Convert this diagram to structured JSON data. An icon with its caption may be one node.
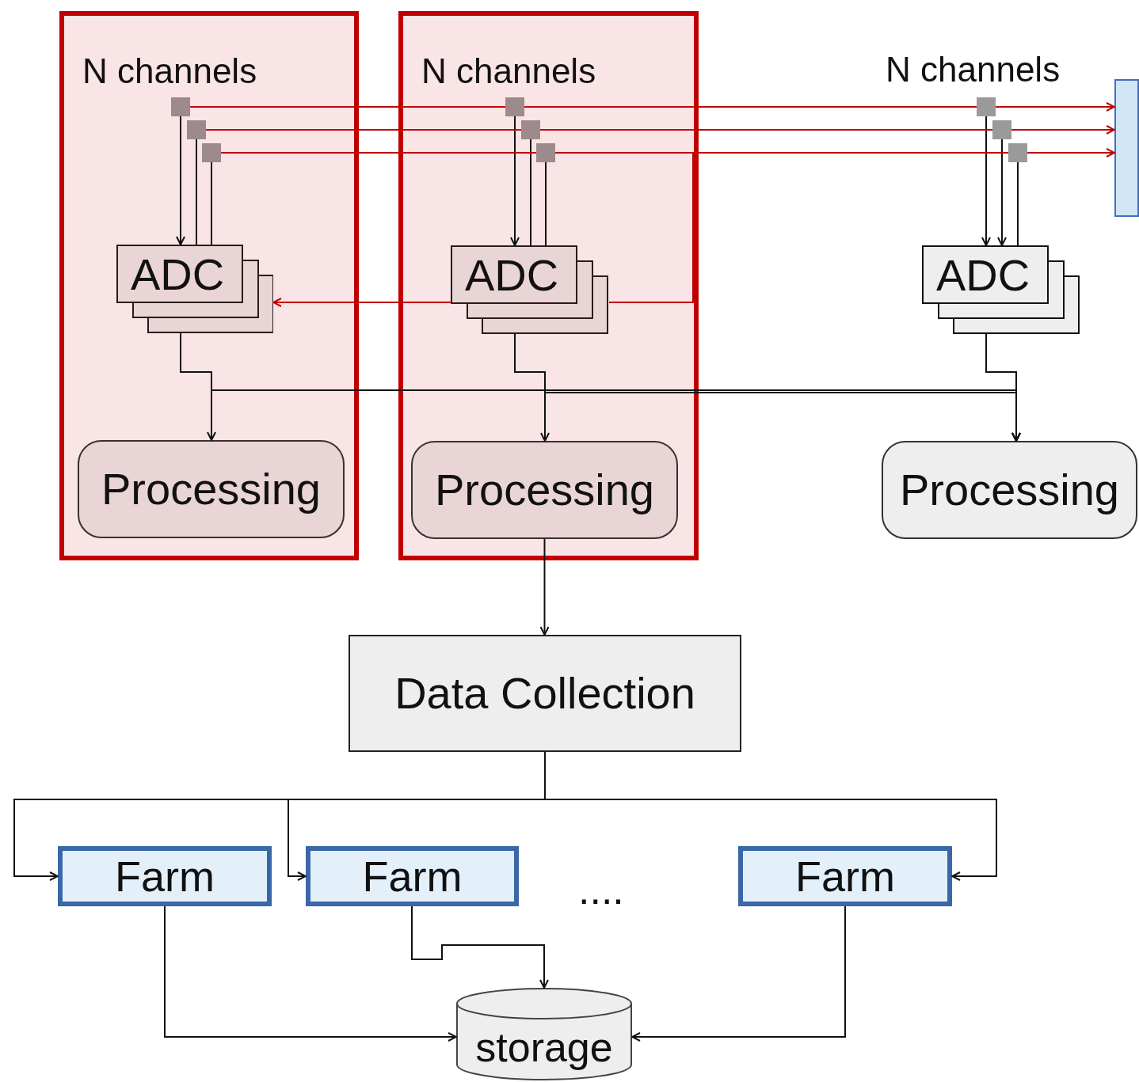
{
  "diagram": {
    "nodes": [
      {
        "text": [
          "N channels"
        ]
      },
      {
        "text": [],
        "shape": "box",
        "in": 0
      },
      {
        "text": [],
        "shape": "box",
        "in": 0
      },
      {
        "text": [],
        "shape": "box",
        "in": 0
      },
      {
        "text": [
          "ADC"
        ],
        "in": 0
      },
      {
        "text": [
          "Processing"
        ],
        "in": 0
      },
      {
        "text": [
          "N channels"
        ]
      },
      {
        "text": [],
        "shape": "box",
        "in": 6
      },
      {
        "text": [],
        "shape": "box",
        "in": 6
      },
      {
        "text": [],
        "shape": "box",
        "in": 6
      },
      {
        "text": [
          "ADC"
        ],
        "in": 6
      },
      {
        "text": [
          "Processing"
        ],
        "in": 6
      },
      {
        "text": [],
        "shape": "box"
      },
      {
        "text": [],
        "shape": "box"
      },
      {
        "text": [],
        "shape": "box"
      },
      {
        "text": [
          "ADC"
        ]
      },
      {
        "text": [
          "Processing"
        ]
      },
      {
        "text": [],
        "shape": "box"
      },
      {
        "text": [
          "Data Collection"
        ]
      },
      {
        "text": [
          "Farm"
        ]
      },
      {
        "text": [
          "Farm"
        ]
      },
      {
        "text": [
          "Farm"
        ]
      },
      {
        "text": [
          "storage"
        ]
      }
    ],
    "edges": [
      {
        "from": 1,
        "to": 4,
        "arrow": "to"
      },
      {
        "from": 2,
        "to": 4,
        "arrow": "none"
      },
      {
        "from": 3,
        "to": 4,
        "arrow": "none"
      },
      {
        "from": 7,
        "to": 10,
        "arrow": "to"
      },
      {
        "from": 8,
        "to": 10,
        "arrow": "none"
      },
      {
        "from": 9,
        "to": 10,
        "arrow": "none"
      },
      {
        "from": 12,
        "to": 15,
        "arrow": "to"
      },
      {
        "from": 13,
        "to": 15,
        "arrow": "to"
      },
      {
        "from": 14,
        "to": 15,
        "arrow": "none"
      },
      {
        "from": 4,
        "to": 5,
        "arrow": "to"
      },
      {
        "from": 10,
        "to": 11,
        "arrow": "to"
      },
      {
        "from": 15,
        "to": 16,
        "arrow": "to"
      },
      {
        "from": 4,
        "to": 16,
        "arrow": "to"
      },
      {
        "from": 10,
        "to": 16,
        "arrow": "to"
      },
      {
        "from": 1,
        "to": 7,
        "arrow": "none",
        "color": "#c00000"
      },
      {
        "from": 2,
        "to": 8,
        "arrow": "none",
        "color": "#c00000"
      },
      {
        "from": 3,
        "to": 9,
        "arrow": "none",
        "color": "#c00000"
      },
      {
        "from": 7,
        "to": 12,
        "arrow": "none",
        "color": "#c00000"
      },
      {
        "from": 8,
        "to": 13,
        "arrow": "none",
        "color": "#c00000"
      },
      {
        "from": 9,
        "to": 14,
        "arrow": "none",
        "color": "#c00000"
      },
      {
        "from": 12,
        "to": 17,
        "arrow": "to",
        "color": "#c00000"
      },
      {
        "from": 13,
        "to": 17,
        "arrow": "to",
        "color": "#c00000"
      },
      {
        "from": 14,
        "to": 17,
        "arrow": "to",
        "color": "#c00000"
      },
      {
        "from": 9,
        "to": 10,
        "arrow": "none",
        "color": "#c00000"
      },
      {
        "from": 10,
        "to": 4,
        "arrow": "to",
        "color": "#c00000"
      },
      {
        "from": 11,
        "to": 18,
        "arrow": "to"
      },
      {
        "from": 18,
        "to": 19,
        "arrow": "to"
      },
      {
        "from": 18,
        "to": 20,
        "arrow": "to"
      },
      {
        "from": 18,
        "to": 21,
        "arrow": "to"
      },
      {
        "from": 19,
        "to": 22,
        "arrow": "to"
      },
      {
        "from": 20,
        "to": 22,
        "arrow": "to"
      },
      {
        "from": 21,
        "to": 22,
        "arrow": "to"
      }
    ],
    "labels": [
      "N channels",
      "...."
    ]
  }
}
